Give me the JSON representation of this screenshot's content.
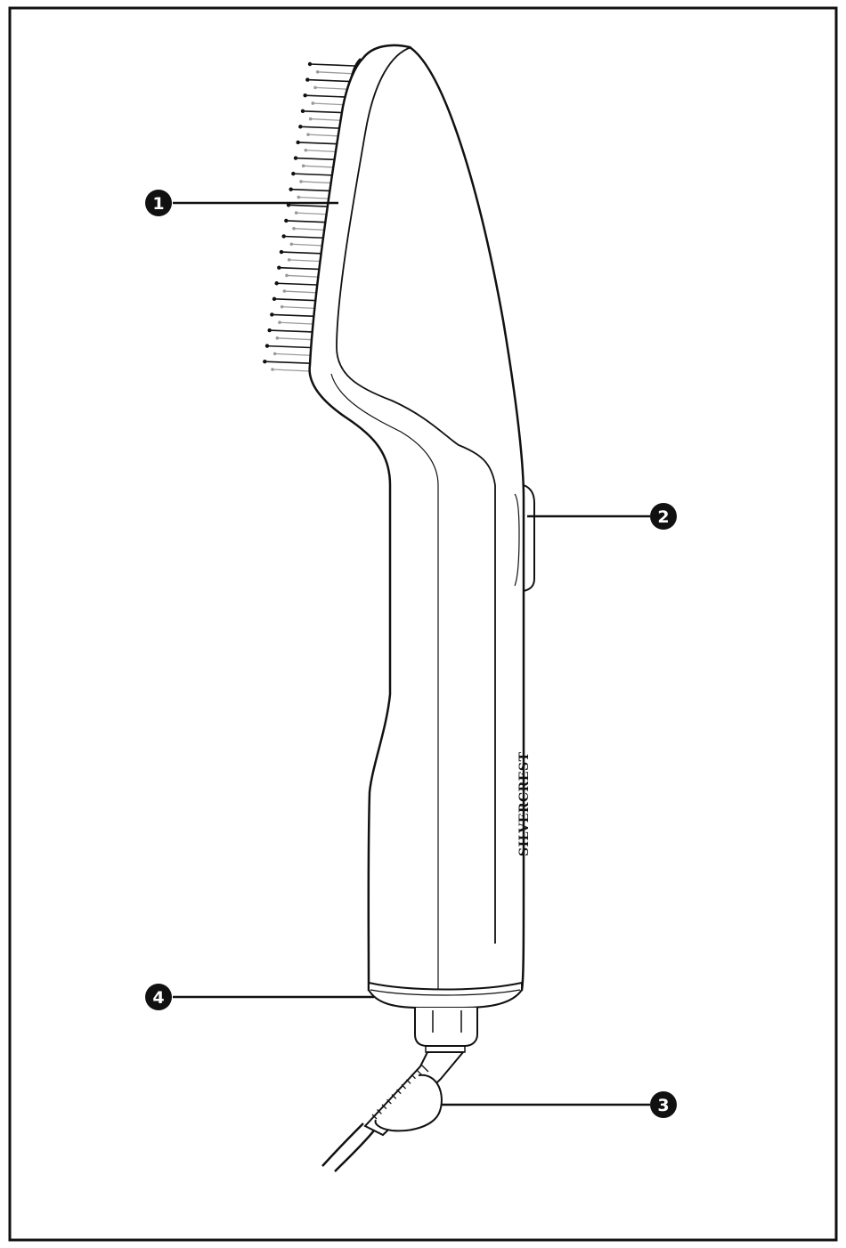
{
  "diagram": {
    "brand_text": "SILVERCREST",
    "colors": {
      "ink": "#111111",
      "bristle_light": "#9a9a9a",
      "background": "#ffffff"
    },
    "callouts": [
      {
        "number": "1",
        "part": "bristle-head"
      },
      {
        "number": "2",
        "part": "switch"
      },
      {
        "number": "3",
        "part": "swivel-cable-joint"
      },
      {
        "number": "4",
        "part": "air-outlet-ring"
      }
    ]
  }
}
